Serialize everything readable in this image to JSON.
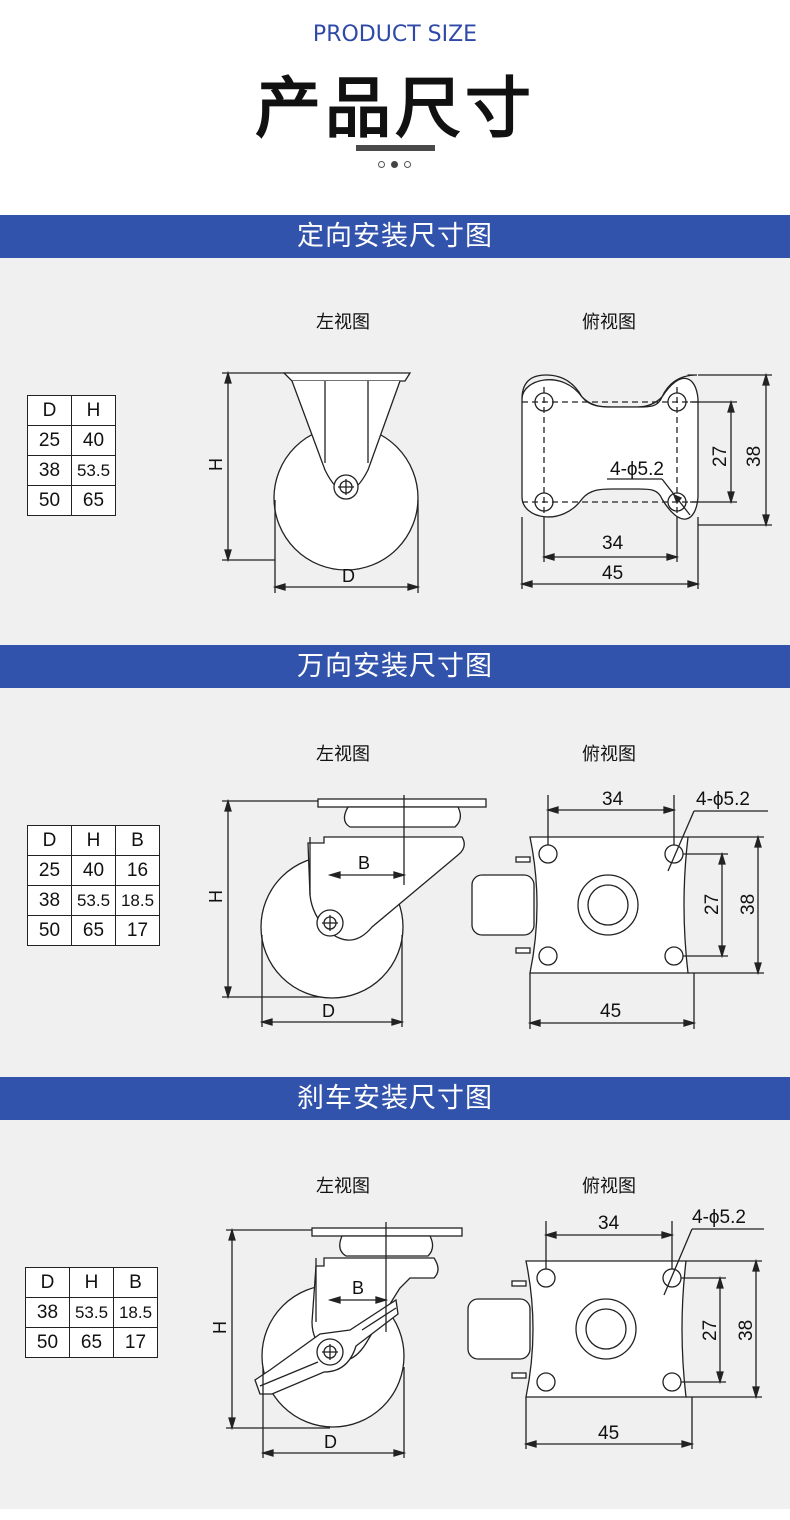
{
  "header": {
    "subtitle_en": "PRODUCT SIZE",
    "title_cn": "产品尺寸"
  },
  "colors": {
    "banner": "#3253ab",
    "subtitle": "#2f49a8",
    "section_bg": "#f0f0f0"
  },
  "sections": [
    {
      "title": "定向安装尺寸图",
      "left_view_label": "左视图",
      "top_view_label": "俯视图",
      "table": {
        "headers": [
          "D",
          "H"
        ],
        "rows": [
          [
            "25",
            "40"
          ],
          [
            "38",
            "53.5"
          ],
          [
            "50",
            "65"
          ]
        ]
      },
      "dims": {
        "h": "H",
        "d": "D",
        "hole": "4-ϕ5.2",
        "w_inner": "34",
        "w_outer": "45",
        "h_inner": "27",
        "h_outer": "38"
      }
    },
    {
      "title": "万向安装尺寸图",
      "left_view_label": "左视图",
      "top_view_label": "俯视图",
      "table": {
        "headers": [
          "D",
          "H",
          "B"
        ],
        "rows": [
          [
            "25",
            "40",
            "16"
          ],
          [
            "38",
            "53.5",
            "18.5"
          ],
          [
            "50",
            "65",
            "17"
          ]
        ]
      },
      "dims": {
        "h": "H",
        "d": "D",
        "b": "B",
        "hole": "4-ϕ5.2",
        "w_inner": "34",
        "w_outer": "45",
        "h_inner": "27",
        "h_outer": "38"
      }
    },
    {
      "title": "刹车安装尺寸图",
      "left_view_label": "左视图",
      "top_view_label": "俯视图",
      "table": {
        "headers": [
          "D",
          "H",
          "B"
        ],
        "rows": [
          [
            "38",
            "53.5",
            "18.5"
          ],
          [
            "50",
            "65",
            "17"
          ]
        ]
      },
      "dims": {
        "h": "H",
        "d": "D",
        "b": "B",
        "hole": "4-ϕ5.2",
        "w_inner": "34",
        "w_outer": "45",
        "h_inner": "27",
        "h_outer": "38"
      }
    }
  ]
}
